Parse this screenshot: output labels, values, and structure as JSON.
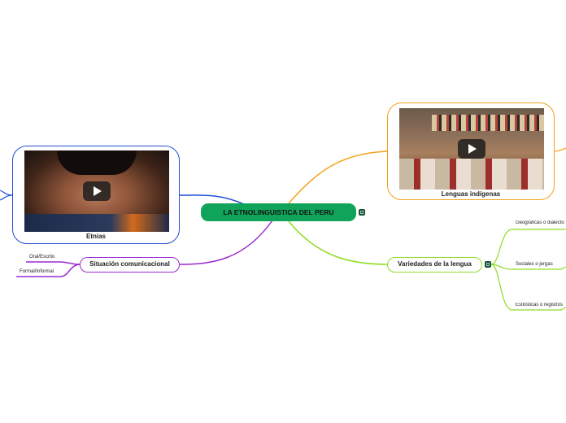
{
  "root": {
    "label": "LA ETNOLINGUISTICA DEL PERU"
  },
  "nodes": {
    "etnias": {
      "label": "Etnias"
    },
    "lenguas": {
      "label": "Lenguas indígenas"
    },
    "situacion": {
      "label": "Situación comunicacional"
    },
    "variedades": {
      "label": "Variedades de la lengua"
    }
  },
  "leaves": {
    "oral": "Oral/Escrito",
    "formal": "Formal/Informal",
    "geograficas": "Geográficas o dialecto",
    "sociales": "Sociales o jergas",
    "estilisticas": "Estilísticas o registros"
  },
  "colors": {
    "root": "#10a35a",
    "etnias": "#1f4fd6",
    "lenguas": "#f4a21c",
    "situacion": "#9b2bd1",
    "variedades": "#8fdc24"
  },
  "icons": {
    "play": "play-icon",
    "collapse": "collapse-icon"
  }
}
